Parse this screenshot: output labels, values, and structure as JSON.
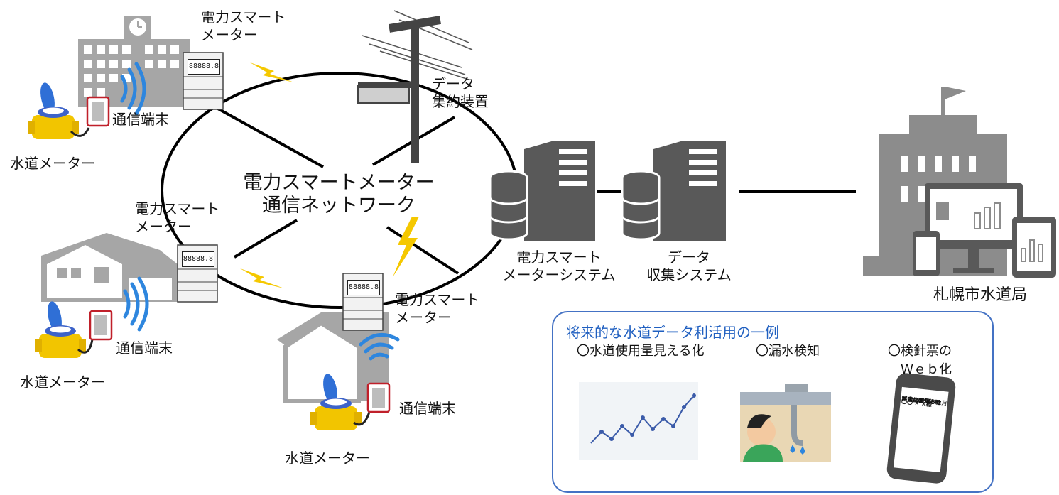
{
  "labels": {
    "water_meter": "水道メーター",
    "comm_terminal": "通信端末",
    "smart_meter_line1": "電力スマート",
    "smart_meter_line2": "メーター",
    "data_concentrator_line1": "データ",
    "data_concentrator_line2": "集約装置",
    "network_line1": "電力スマートメーター",
    "network_line2": "通信ネットワーク",
    "smart_meter_system_line1": "電力スマート",
    "smart_meter_system_line2": "メーターシステム",
    "data_collection_line1": "データ",
    "data_collection_line2": "収集システム",
    "waterworks_bureau": "札幌市水道局",
    "meter_display": "88888.8"
  },
  "usecases": {
    "title": "将来的な水道データ利活用の一例",
    "items": [
      "〇水道使用量見える化",
      "〇漏水検知",
      "〇検針票の",
      "Ｗｅｂ化"
    ]
  },
  "phone_notice": {
    "lines": [
      "料金のお知らせ",
      "〇〇 × ×様",
      "お客様番号",
      "12365番",
      "ご使用年月",
      "2020年12月",
      "請求金額",
      "8,548円"
    ]
  },
  "colors": {
    "gray": "#8c8c8c",
    "dark_gray": "#4d4d4d",
    "yellow": "#f5c800",
    "wifi_blue": "#2e86de",
    "box_border": "#4472c4",
    "title_blue": "#1f5fc0"
  },
  "icons": [
    "school-building-icon",
    "house-icon",
    "water-meter-icon",
    "comm-terminal-icon",
    "smart-meter-icon",
    "utility-pole-icon",
    "server-icon",
    "database-icon",
    "office-building-icon",
    "monitor-icon",
    "tablet-icon",
    "smartphone-icon",
    "lightning-icon",
    "wifi-icon",
    "line-chart-icon",
    "leak-illustration-icon"
  ]
}
